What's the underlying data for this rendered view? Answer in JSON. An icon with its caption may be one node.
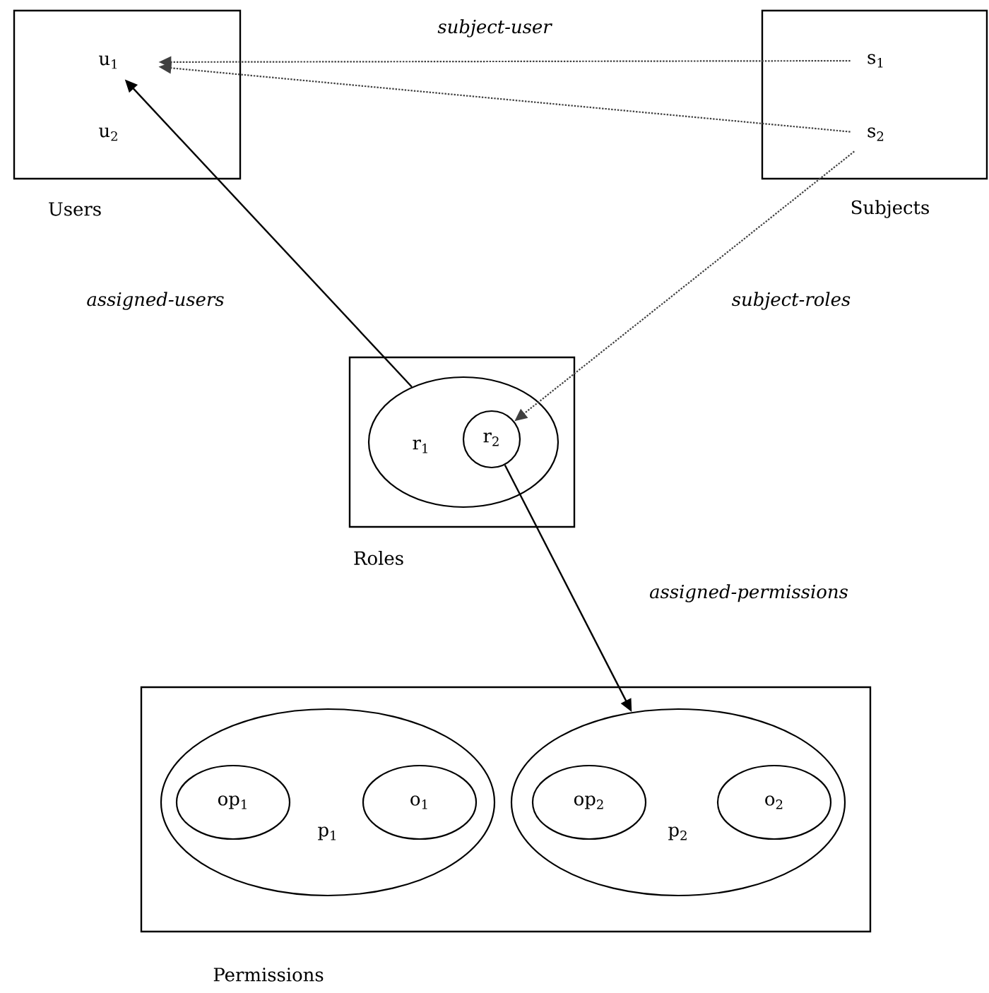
{
  "diagram": {
    "nodes": [
      {
        "text": [
          "Users"
        ]
      },
      {
        "text": [
          "u$_{1}$"
        ],
        "in": 0
      },
      {
        "text": [
          "u$_{2}$"
        ],
        "in": 0
      },
      {
        "text": [
          "Subjects"
        ]
      },
      {
        "text": [
          "s$_{1}$"
        ],
        "in": 3
      },
      {
        "text": [
          "s$_{2}$"
        ],
        "in": 3
      },
      {
        "text": [
          "Roles"
        ]
      },
      {
        "text": [
          "r$_{1}$"
        ],
        "in": 6
      },
      {
        "text": [
          "r$_{2}$"
        ],
        "in": 7
      },
      {
        "text": [
          "Permissions"
        ]
      },
      {
        "text": [
          "p$_{1}$"
        ],
        "in": 9
      },
      {
        "text": [
          "op$_{1}$"
        ],
        "in": 10
      },
      {
        "text": [
          "o$_{1}$"
        ],
        "in": 10
      },
      {
        "text": [
          "p$_{2}$"
        ],
        "in": 9
      },
      {
        "text": [
          "op$_{2}$"
        ],
        "in": 13
      },
      {
        "text": [
          "o$_{2}$"
        ],
        "in": 13
      }
    ],
    "edges": [
      {
        "from": 4,
        "to": 1,
        "arrow": "to",
        "style": "dashed",
        "label": "subject-user"
      },
      {
        "from": 5,
        "to": 1,
        "arrow": "to",
        "style": "dashed"
      },
      {
        "from": 7,
        "to": 1,
        "arrow": "to",
        "label": "assigned-users"
      },
      {
        "from": 5,
        "to": 8,
        "arrow": "to",
        "style": "dashed",
        "label": "subject-roles"
      },
      {
        "from": 8,
        "to": 13,
        "arrow": "to",
        "label": "assigned-permissions"
      }
    ]
  }
}
